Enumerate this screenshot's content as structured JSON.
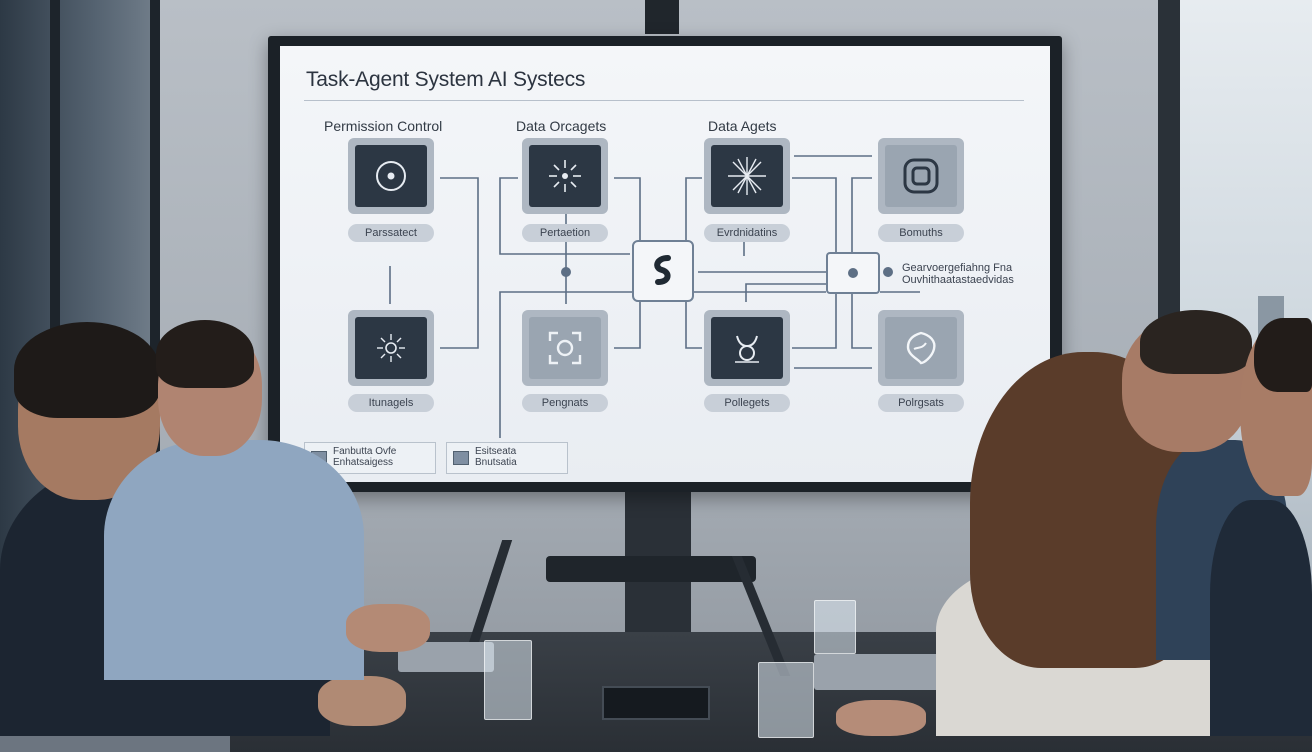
{
  "slide": {
    "title": "Task-Agent System AI Systecs",
    "columns": [
      "Permission Control",
      "Data Orcagets",
      "Data Agets"
    ],
    "nodes": [
      {
        "label": "Parssatect",
        "icon": "ring-target-icon"
      },
      {
        "label": "Pertaetion",
        "icon": "sparkle-burst-icon"
      },
      {
        "label": "Evrdnidatins",
        "icon": "starburst-icon"
      },
      {
        "label": "Bomuths",
        "icon": "rounded-square-icon"
      },
      {
        "label": "Itunagels",
        "icon": "sun-burst-icon"
      },
      {
        "label": "Pengnats",
        "icon": "focus-frame-icon"
      },
      {
        "label": "Pollegets",
        "icon": "taurus-icon"
      },
      {
        "label": "Polrgsats",
        "icon": "shield-leaf-icon"
      }
    ],
    "hub_icon": "swirl-s-icon",
    "side_note": [
      "Gearvoergefiahng Fna",
      "Ouvhithaatastaedvidas"
    ],
    "legend": [
      {
        "line1": "Fanbutta Ovfe",
        "line2": "Enhatsaigess"
      },
      {
        "line1": "Esitseata",
        "line2": "Bnutsatia"
      }
    ]
  },
  "colors": {
    "screen": "#f4f6f9",
    "tile_dark": "#2c3744",
    "connector": "#5d6f85"
  }
}
